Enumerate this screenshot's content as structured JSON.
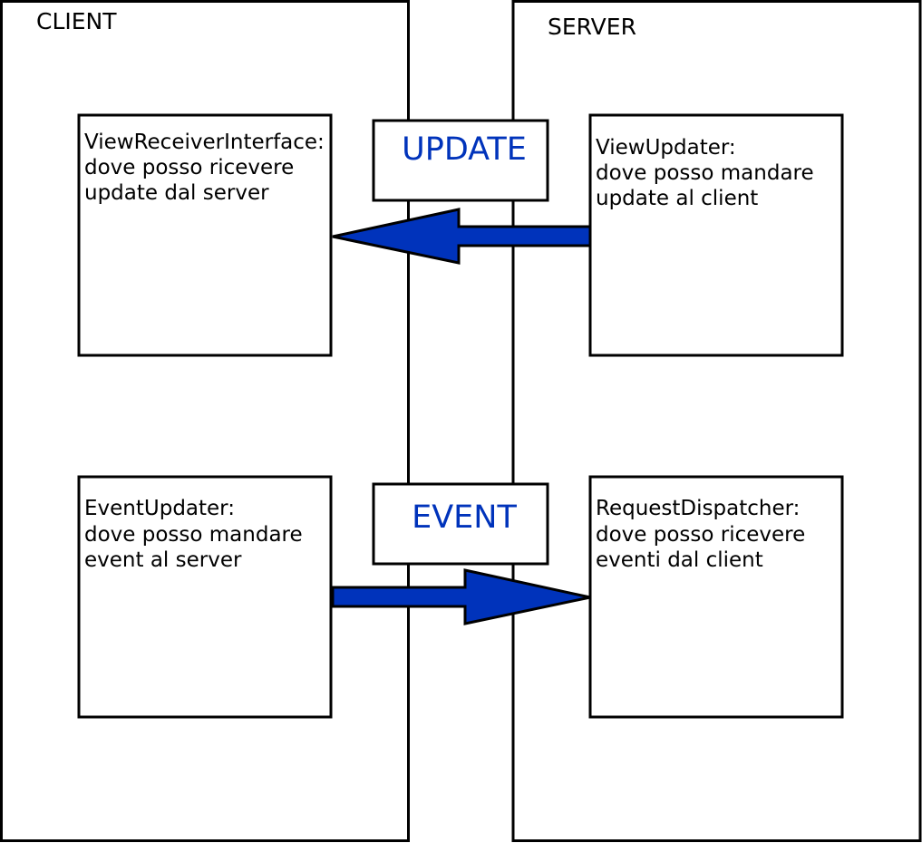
{
  "colors": {
    "arrow_fill": "#0033bb",
    "label_text": "#0033bb",
    "outline": "#000000",
    "background": "#ffffff"
  },
  "client": {
    "title": "CLIENT",
    "view_receiver": {
      "line1": "ViewReceiverInterface:",
      "line2": "dove posso ricevere",
      "line3": "update dal server"
    },
    "event_updater": {
      "line1": "EventUpdater:",
      "line2": "dove posso mandare",
      "line3": "event al server"
    }
  },
  "server": {
    "title": "SERVER",
    "view_updater": {
      "line1": "ViewUpdater:",
      "line2": "dove posso mandare",
      "line3": "update al client"
    },
    "request_dispatcher": {
      "line1": "RequestDispatcher:",
      "line2": "dove posso ricevere",
      "line3": "eventi dal client"
    }
  },
  "labels": {
    "update": "UPDATE",
    "event": "EVENT"
  },
  "arrows": [
    {
      "name": "update-arrow",
      "from": "ViewUpdater",
      "to": "ViewReceiverInterface",
      "label": "UPDATE"
    },
    {
      "name": "event-arrow",
      "from": "EventUpdater",
      "to": "RequestDispatcher",
      "label": "EVENT"
    }
  ]
}
